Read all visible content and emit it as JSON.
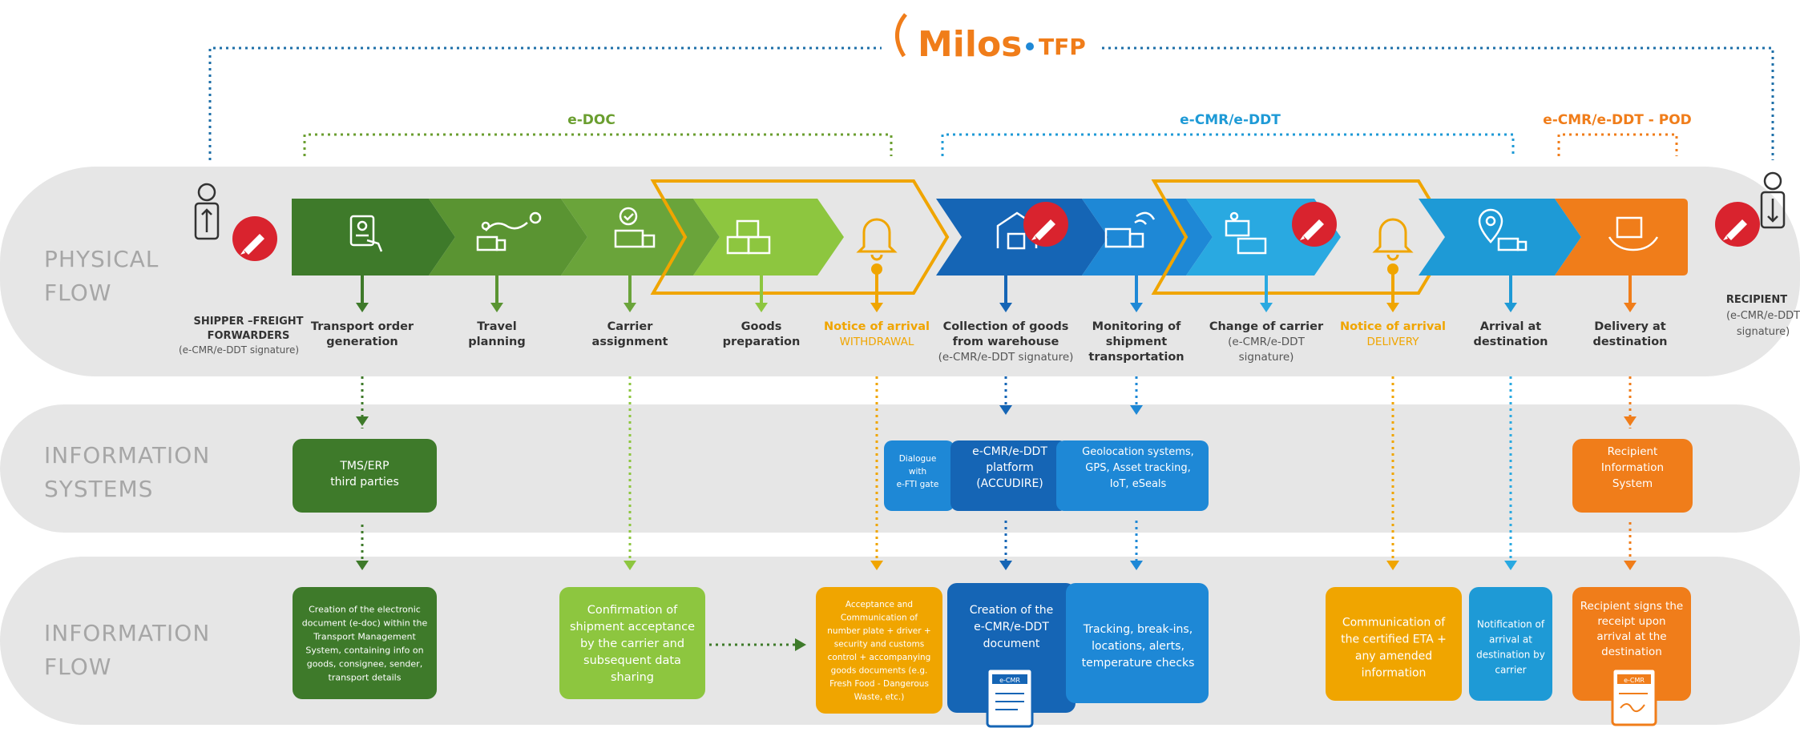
{
  "header": {
    "brand": "Milos",
    "brand_suffix": "TFP"
  },
  "phases": [
    {
      "label": "e-DOC",
      "color": "#6a9e2f"
    },
    {
      "label": "e-CMR/e-DDT",
      "color": "#1e9ad6"
    },
    {
      "label": "e-CMR/e-DDT - POD",
      "color": "#f07d1a"
    }
  ],
  "lanes": {
    "physical": [
      "PHYSICAL",
      "FLOW"
    ],
    "systems": [
      "INFORMATION",
      "SYSTEMS"
    ],
    "info": [
      "INFORMATION",
      "FLOW"
    ]
  },
  "shipper": {
    "line1": "SHIPPER –FREIGHT",
    "line2": "FORWARDERS",
    "line3": "(e-CMR/e-DDT signature)"
  },
  "recipient": {
    "line1": "RECIPIENT",
    "line2": "(e-CMR/e-DDT",
    "line3": "signature)"
  },
  "steps": [
    {
      "lines": [
        "Transport order",
        "generation"
      ],
      "sub": []
    },
    {
      "lines": [
        "Travel",
        "planning"
      ],
      "sub": []
    },
    {
      "lines": [
        "Carrier",
        "assignment"
      ],
      "sub": []
    },
    {
      "lines": [
        "Goods",
        "preparation"
      ],
      "sub": []
    },
    {
      "lines": [
        "Notice of arrival"
      ],
      "sub": [
        "WITHDRAWAL"
      ]
    },
    {
      "lines": [
        "Collection of goods",
        "from warehouse"
      ],
      "sub": [
        "(e-CMR/e-DDT signature)"
      ]
    },
    {
      "lines": [
        "Monitoring of",
        "shipment",
        "transportation"
      ],
      "sub": []
    },
    {
      "lines": [
        "Change of carrier"
      ],
      "sub": [
        "(e-CMR/e-DDT",
        "signature)"
      ]
    },
    {
      "lines": [
        "Notice of arrival"
      ],
      "sub": [
        "DELIVERY"
      ]
    },
    {
      "lines": [
        "Arrival at",
        "destination"
      ],
      "sub": []
    },
    {
      "lines": [
        "Delivery at",
        "destination"
      ],
      "sub": []
    }
  ],
  "systems": {
    "tms": [
      "TMS/ERP",
      "third parties"
    ],
    "dialogue": [
      "Dialogue",
      "with",
      "e-FTI gate"
    ],
    "platform": [
      "e-CMR/e-DDT",
      "platform",
      "(ACCUDIRE)"
    ],
    "geo": [
      "Geolocation systems,",
      "GPS, Asset tracking,",
      "IoT, eSeals"
    ],
    "recipient_sys": [
      "Recipient",
      "Information",
      "System"
    ]
  },
  "info_boxes": {
    "creation_edoc": [
      "Creation of the electronic",
      "document (e-doc) within the",
      "Transport Management",
      "System, containing info on",
      "goods, consignee, sender,",
      "transport details"
    ],
    "confirmation": [
      "Confirmation of",
      "shipment acceptance",
      "by the carrier and",
      "subsequent data",
      "sharing"
    ],
    "acceptance": [
      "Acceptance and",
      "Communication of",
      "number plate + driver +",
      "security and customs",
      "control + accompanying",
      "goods documents (e.g.",
      "Fresh Food - Dangerous",
      "Waste, etc.)"
    ],
    "creation_ecmr": [
      "Creation of the",
      "e-CMR/e-DDT",
      "document"
    ],
    "tracking": [
      "Tracking, break-ins,",
      "locations, alerts,",
      "temperature checks"
    ],
    "eta": [
      "Communication of",
      "the certified ETA +",
      "any amended",
      "information"
    ],
    "notification": [
      "Notification of",
      "arrival at",
      "destination by",
      "carrier"
    ],
    "recipient_signs": [
      "Recipient signs the",
      "receipt upon",
      "arrival at the",
      "destination"
    ]
  },
  "doc_tags": {
    "ecmr": "e-CMR"
  },
  "colors": {
    "green_dark": "#3e7a2a",
    "green_mid": "#6aa43a",
    "green_light": "#8dc63f",
    "gold": "#f0a500",
    "blue_dark": "#1565b5",
    "blue": "#1e88d6",
    "blue_light": "#29a9e1",
    "orange": "#f07d1a",
    "red": "#d9232e",
    "lane_gray": "#e6e6e6"
  }
}
